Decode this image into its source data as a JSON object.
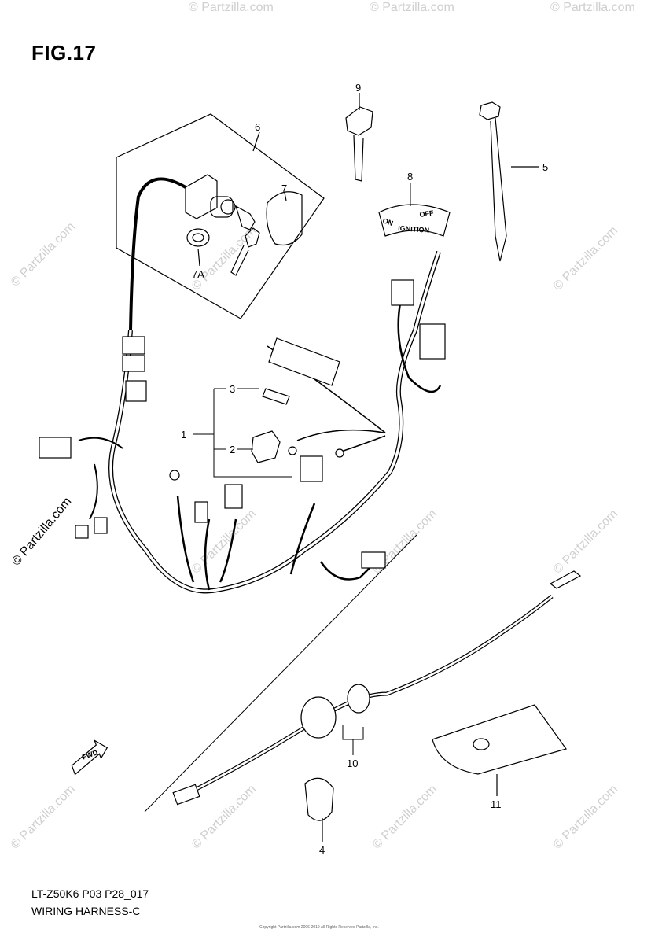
{
  "figure": {
    "title": "FIG.17"
  },
  "callouts": {
    "c1": "1",
    "c2": "2",
    "c3": "3",
    "c4": "4",
    "c5": "5",
    "c6": "6",
    "c7": "7",
    "c7a": "7A",
    "c8": "8",
    "c9": "9",
    "c10": "10",
    "c11": "11"
  },
  "decal": {
    "on": "ON",
    "off": "OFF",
    "ignition": "IGNITION"
  },
  "fwd_label": "FWD",
  "watermark": {
    "text": "© Partzilla.com"
  },
  "footer": {
    "model": "LT-Z50K6 P03 P28_017",
    "name": "WIRING HARNESS-C"
  },
  "copyright": "Copyright Partzilla.com 2006-2019 All Rights Reserved Partzilla, Inc."
}
